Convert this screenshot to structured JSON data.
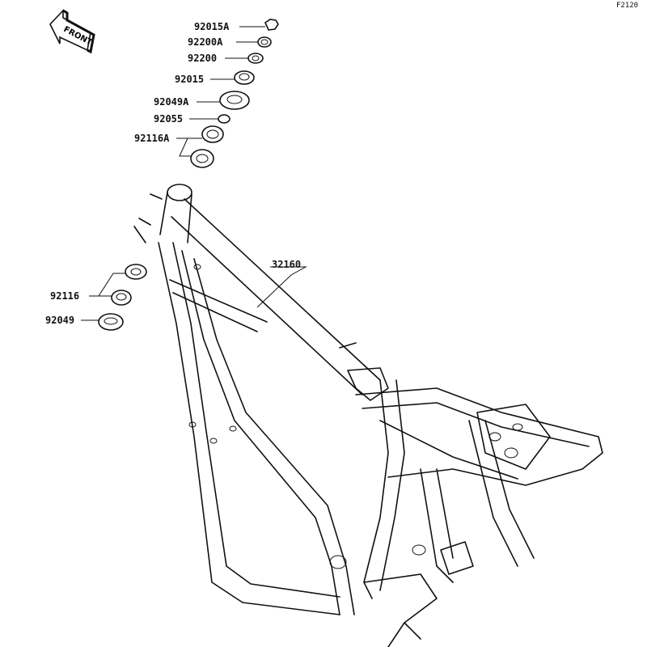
{
  "diagram": {
    "reference_code": "F2120",
    "front_indicator": "FRONT",
    "parts": [
      {
        "number": "92015A"
      },
      {
        "number": "92200A"
      },
      {
        "number": "92200"
      },
      {
        "number": "92015"
      },
      {
        "number": "92049A"
      },
      {
        "number": "92055"
      },
      {
        "number": "92116A"
      },
      {
        "number": "32160"
      },
      {
        "number": "92116"
      },
      {
        "number": "92049"
      }
    ]
  }
}
